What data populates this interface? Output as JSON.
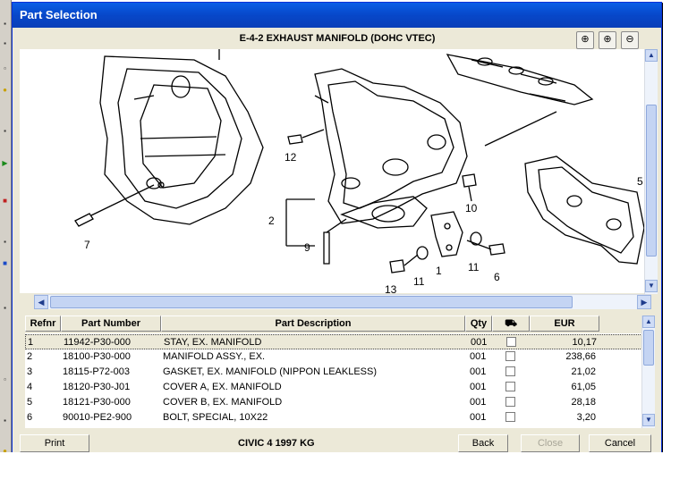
{
  "window": {
    "title": "Part Selection"
  },
  "diagram": {
    "title": "E-4-2 EXHAUST MANIFOLD (DOHC VTEC)",
    "zoom_buttons": [
      "zoom-fit-icon",
      "zoom-in-icon",
      "zoom-out-icon"
    ],
    "callouts": [
      "1",
      "2",
      "5",
      "6",
      "7",
      "9",
      "10",
      "11",
      "11",
      "12",
      "13"
    ]
  },
  "table": {
    "headers": {
      "refnr": "Refnr",
      "part_number": "Part Number",
      "description": "Part Description",
      "qty": "Qty",
      "eur": "EUR"
    },
    "rows": [
      {
        "refnr": "1",
        "part_number": "11942-P30-000",
        "description": "STAY, EX. MANIFOLD",
        "qty": "001",
        "eur": "10,17"
      },
      {
        "refnr": "2",
        "part_number": "18100-P30-000",
        "description": "MANIFOLD ASSY., EX.",
        "qty": "001",
        "eur": "238,66"
      },
      {
        "refnr": "3",
        "part_number": "18115-P72-003",
        "description": "GASKET, EX. MANIFOLD (NIPPON LEAKLESS)",
        "qty": "001",
        "eur": "21,02"
      },
      {
        "refnr": "4",
        "part_number": "18120-P30-J01",
        "description": "COVER A, EX. MANIFOLD",
        "qty": "001",
        "eur": "61,05"
      },
      {
        "refnr": "5",
        "part_number": "18121-P30-000",
        "description": "COVER B, EX. MANIFOLD",
        "qty": "001",
        "eur": "28,18"
      },
      {
        "refnr": "6",
        "part_number": "90010-PE2-900",
        "description": "BOLT, SPECIAL, 10X22",
        "qty": "001",
        "eur": "3,20"
      }
    ]
  },
  "footer": {
    "print": "Print",
    "vehicle": "CIVIC  4  1997  KG",
    "back": "Back",
    "close": "Close",
    "cancel": "Cancel"
  }
}
